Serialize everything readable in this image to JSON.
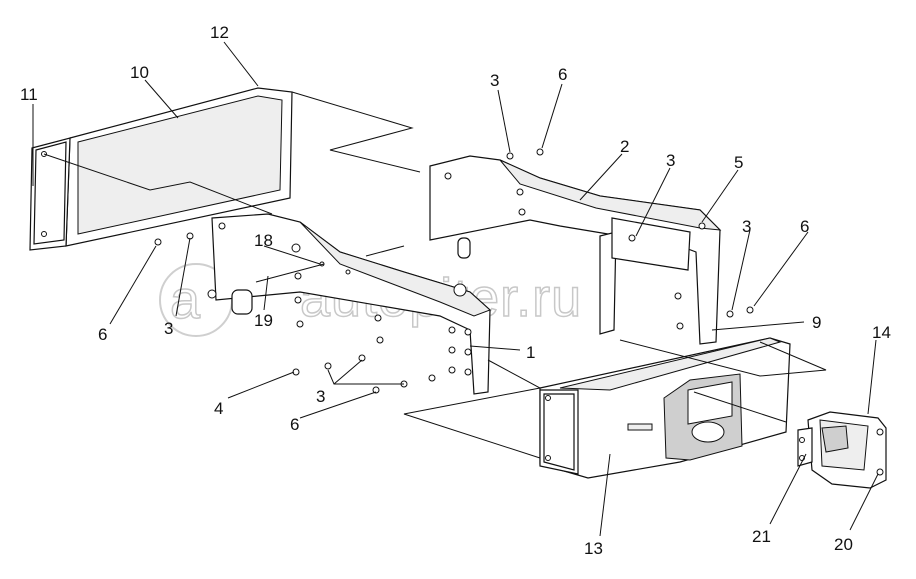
{
  "watermark": "autopiter.ru",
  "callouts": {
    "c1": "1",
    "c2": "2",
    "c3a": "3",
    "c3b": "3",
    "c3c": "3",
    "c3d": "3",
    "c3e": "3",
    "c4": "4",
    "c5": "5",
    "c6a": "6",
    "c6b": "6",
    "c6c": "6",
    "c6d": "6",
    "c9": "9",
    "c10": "10",
    "c11": "11",
    "c12": "12",
    "c13": "13",
    "c14": "14",
    "c18": "18",
    "c19": "19",
    "c20": "20",
    "c21": "21"
  }
}
